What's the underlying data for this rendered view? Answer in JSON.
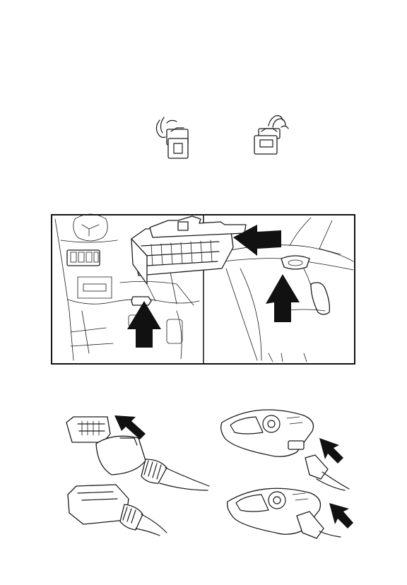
{
  "colors": {
    "ink": "#1a1a1a",
    "arrow": "#111111",
    "background": "#ffffff"
  },
  "figures": [
    {
      "id": "connector-plugs",
      "icons": [
        "female-connector-icon",
        "male-connector-icon"
      ]
    },
    {
      "id": "obd-port-location",
      "icons": [
        "obd-port-icon",
        "arrow-left-icon",
        "arrow-up-icon"
      ]
    },
    {
      "id": "cable-connection",
      "icons": [
        "obd-cable-icon",
        "handheld-device-icon",
        "arrow-icon"
      ]
    }
  ]
}
